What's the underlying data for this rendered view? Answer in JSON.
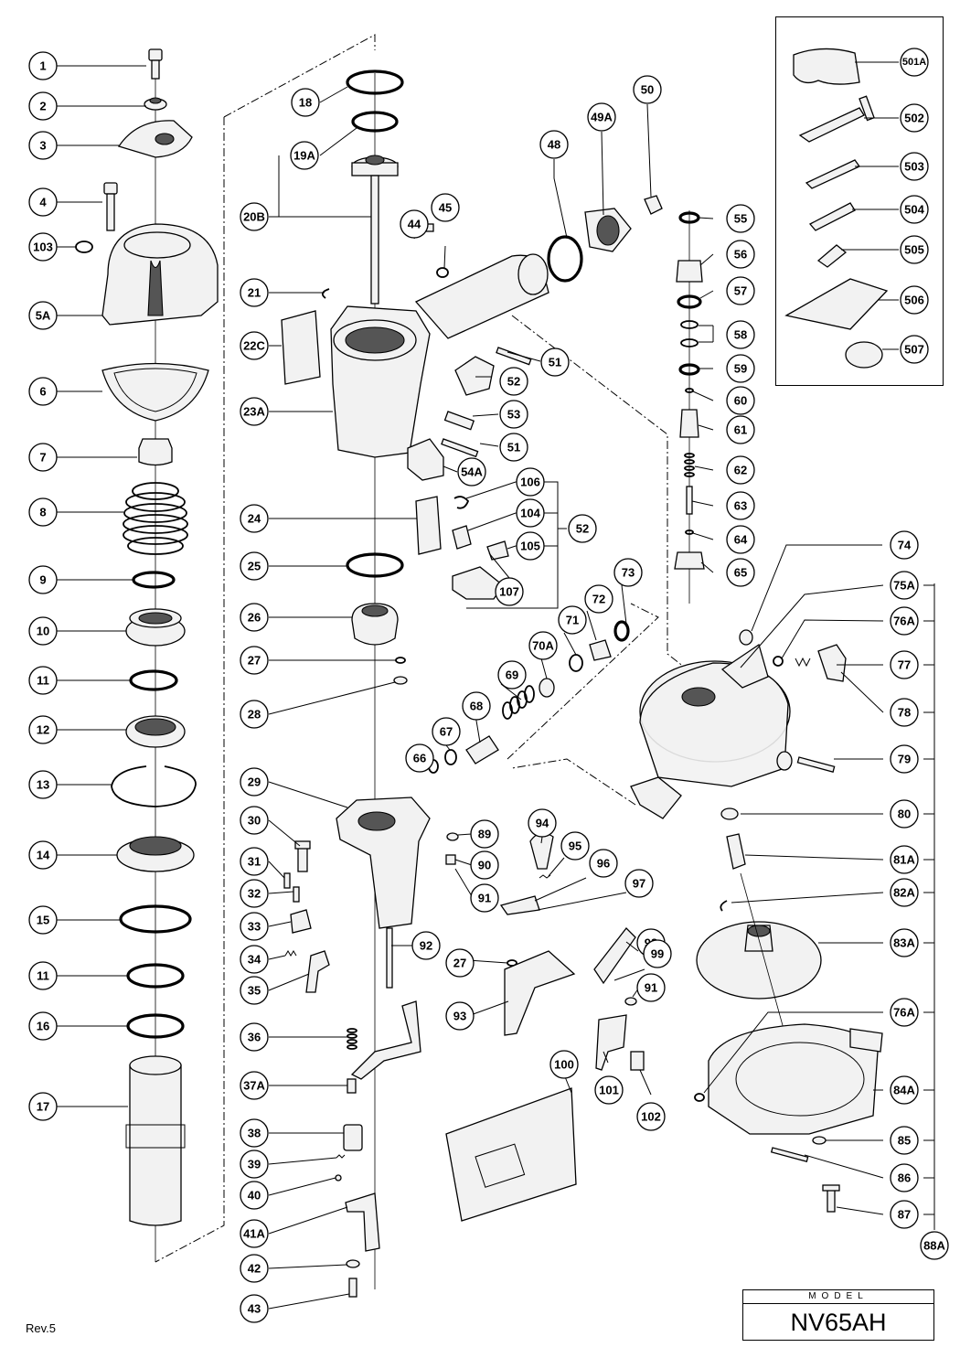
{
  "model": {
    "label": "MODEL",
    "name": "NV65AH"
  },
  "revision": "Rev.5",
  "parts": [
    "1",
    "2",
    "3",
    "4",
    "103",
    "5A",
    "6",
    "7",
    "8",
    "9",
    "10",
    "11",
    "12",
    "13",
    "14",
    "15",
    "11",
    "16",
    "17",
    "18",
    "19A",
    "20B",
    "21",
    "22C",
    "23A",
    "24",
    "25",
    "26",
    "27",
    "28",
    "29",
    "30",
    "31",
    "32",
    "33",
    "34",
    "35",
    "36",
    "37A",
    "38",
    "39",
    "40",
    "41A",
    "42",
    "43",
    "44",
    "45",
    "48",
    "49A",
    "50",
    "51",
    "52",
    "53",
    "51",
    "54A",
    "106",
    "104",
    "52",
    "105",
    "107",
    "55",
    "56",
    "57",
    "58",
    "59",
    "60",
    "61",
    "62",
    "63",
    "64",
    "65",
    "73",
    "72",
    "71",
    "70A",
    "69",
    "68",
    "67",
    "66",
    "89",
    "90",
    "91",
    "94",
    "95",
    "96",
    "97",
    "27",
    "93",
    "98",
    "99",
    "91",
    "92",
    "101",
    "102",
    "100",
    "74",
    "75A",
    "76A",
    "77",
    "78",
    "79",
    "80",
    "81A",
    "82A",
    "83A",
    "76A",
    "84A",
    "85",
    "86",
    "87",
    "88A",
    "501A",
    "502",
    "503",
    "504",
    "505",
    "506",
    "507"
  ],
  "colors": {
    "line": "#000000",
    "callout_fill": "#ffffff",
    "part_fill": "#f2f2f2",
    "part_dark": "#444444"
  }
}
